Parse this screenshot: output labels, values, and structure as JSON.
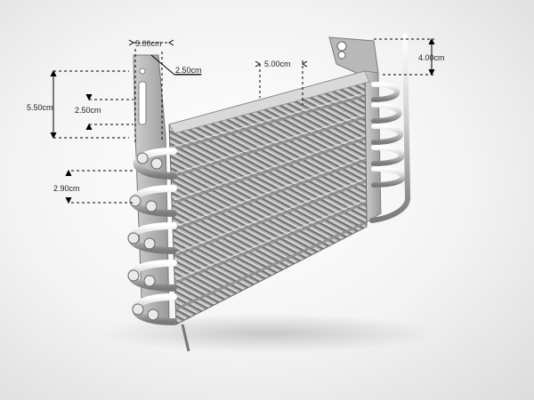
{
  "photo": {
    "subject": "fin-and-tube evaporator coil",
    "colors": {
      "background": "#f2f2f2",
      "fin": "#b9b9b9",
      "fin_dark": "#7d7d7d",
      "tube": "#d8d8d8",
      "dimension_line": "#000000"
    }
  },
  "dimensions": {
    "top_width_left": "5.00cm",
    "side_offset": "2.50cm",
    "top_width_center": "5.00cm",
    "right_height": "4.00cm",
    "bracket_height": "5.50cm",
    "slot_height": "2.50cm",
    "tube_pitch": "2.90cm"
  }
}
